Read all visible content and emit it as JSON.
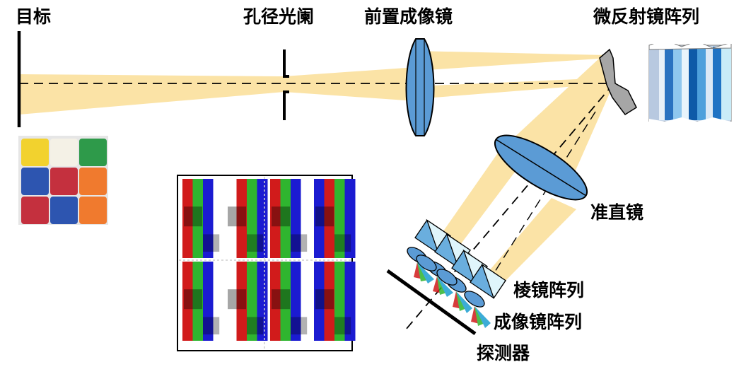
{
  "labels": {
    "target": "目标",
    "aperture": "孔径光阑",
    "front_lens": "前置成像镜",
    "dmd": "微反射镜阵列",
    "collimator": "准直镜",
    "prism_array": "棱镜阵列",
    "imaging_array": "成像镜阵列",
    "detector": "探测器"
  },
  "colors": {
    "beam": "#fbe3a6",
    "lens_fill": "#5b9bd5",
    "prism_fill": "#bde8f5",
    "dmd_fill": "#a6a6a6",
    "cube_yellow": "#f2d22e",
    "cube_white": "#f4f1e6",
    "cube_green": "#2e9a4a",
    "cube_blue": "#2d55b0",
    "cube_red": "#c4303e",
    "cube_orange": "#f07a2e",
    "spectral_red": "#d11b1b",
    "spectral_green": "#2fb52f",
    "spectral_blue": "#1b1bd1"
  },
  "cube_face": [
    [
      "cube_yellow",
      "cube_white",
      "cube_green"
    ],
    [
      "cube_blue",
      "cube_red",
      "cube_orange"
    ],
    [
      "cube_red",
      "cube_blue",
      "cube_orange"
    ]
  ]
}
